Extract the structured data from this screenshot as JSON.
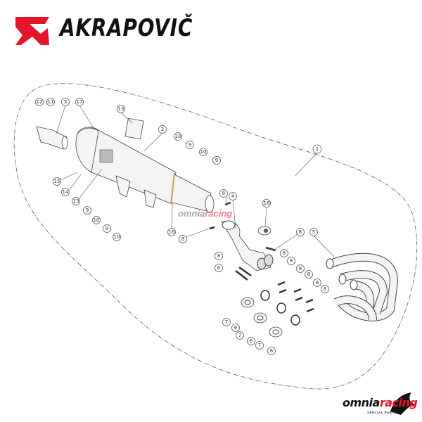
{
  "brand": {
    "name": "AKRAPOVIČ",
    "color": "#e3142b"
  },
  "retailer": {
    "name_part1": "omnia",
    "name_part2": "racing",
    "tagline": "SPECIAL PARTS",
    "watermark_part1": "omnia",
    "watermark_part2": "racing"
  },
  "callouts": [
    "12",
    "11",
    "3",
    "17",
    "13",
    "2",
    "10",
    "9",
    "10",
    "9",
    "1",
    "15",
    "14",
    "13",
    "9",
    "10",
    "9",
    "10",
    "16",
    "8",
    "8",
    "4",
    "18",
    "8",
    "5",
    "8",
    "8",
    "8",
    "8",
    "8",
    "8",
    "8",
    "8",
    "7",
    "6",
    "7",
    "6",
    "7",
    "6"
  ]
}
